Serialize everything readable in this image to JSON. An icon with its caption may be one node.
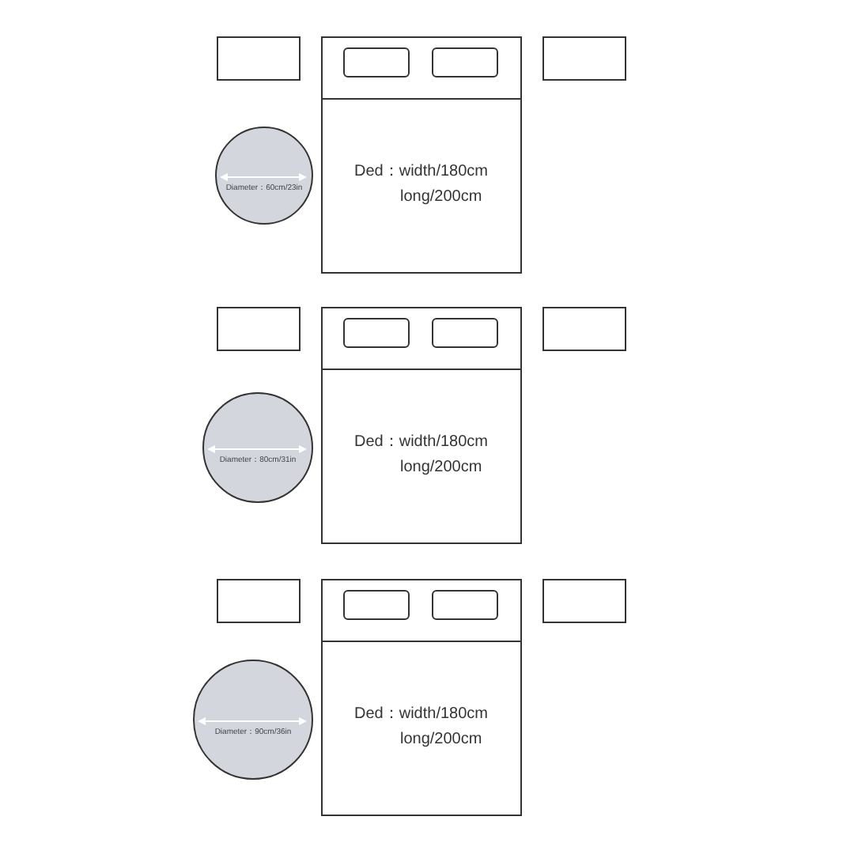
{
  "diagram": {
    "nodes": [
      {
        "text": [],
        "shape": "box"
      },
      {
        "text": [
          "Ded：width/180cm",
          "long/200cm"
        ]
      },
      {
        "text": [],
        "shape": "box",
        "in": 1
      },
      {
        "text": [],
        "shape": "box",
        "in": 1
      },
      {
        "text": [],
        "shape": "box"
      },
      {
        "text": [
          "Diameter：60cm/23in"
        ]
      },
      {
        "text": [],
        "shape": "box"
      },
      {
        "text": [
          "Ded：width/180cm",
          "long/200cm"
        ]
      },
      {
        "text": [],
        "shape": "box",
        "in": 7
      },
      {
        "text": [],
        "shape": "box",
        "in": 7
      },
      {
        "text": [],
        "shape": "box"
      },
      {
        "text": [
          "Diameter：80cm/31in"
        ]
      },
      {
        "text": [],
        "shape": "box"
      },
      {
        "text": [
          "Ded：width/180cm",
          "long/200cm"
        ]
      },
      {
        "text": [],
        "shape": "box",
        "in": 13
      },
      {
        "text": [],
        "shape": "box",
        "in": 13
      },
      {
        "text": [],
        "shape": "box"
      },
      {
        "text": [
          "Diameter：90cm/36in"
        ]
      }
    ]
  }
}
